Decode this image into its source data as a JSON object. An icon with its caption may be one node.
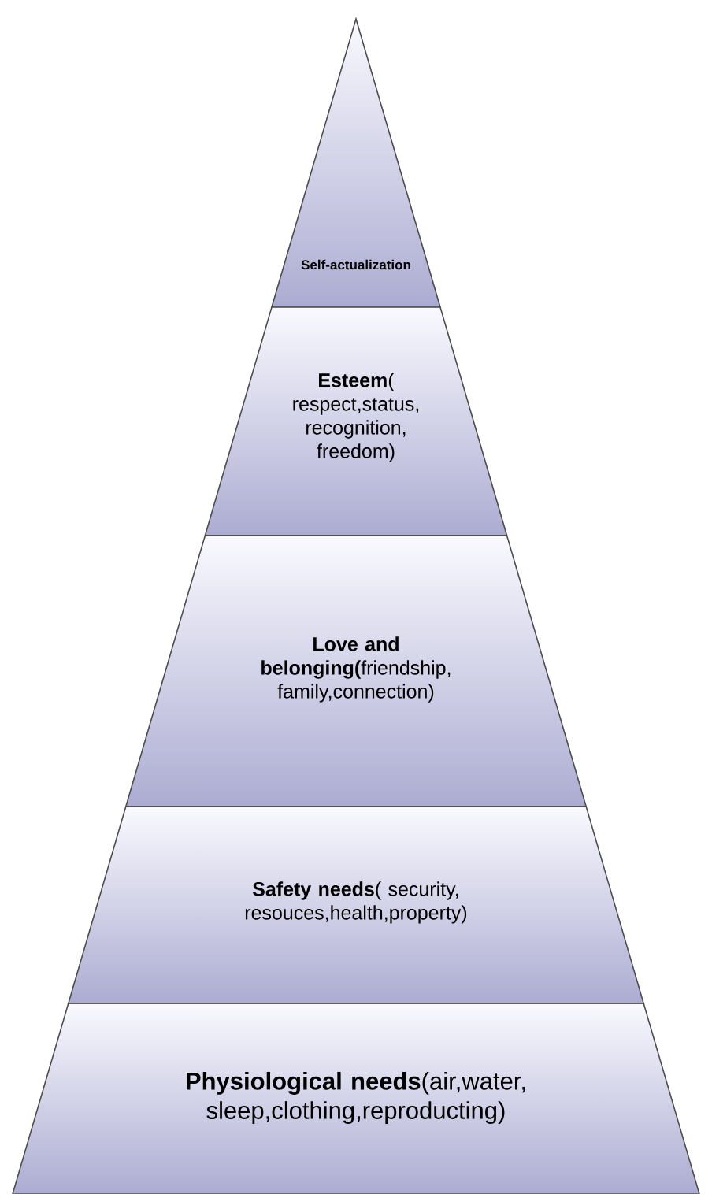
{
  "diagram": {
    "nodes": [
      {
        "text": [
          "Self-actualization"
        ]
      },
      {
        "text": [
          "**Esteem**( respect,status,recognition,freedom)"
        ]
      },
      {
        "text": [
          "**Love and belonging(**friendship,family,connection)"
        ]
      },
      {
        "text": [
          "**Safety needs**( security,resouces,health,property)"
        ]
      },
      {
        "text": [
          "**Physiological needs**(air,water,sleep,clothing,reproducting)"
        ]
      }
    ]
  }
}
